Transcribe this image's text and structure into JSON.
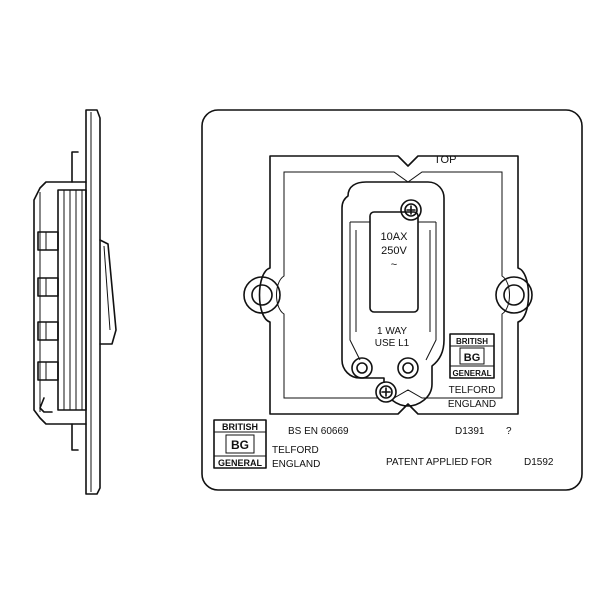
{
  "faceplate": {
    "top_label": "TOP",
    "rating_line1": "10AX",
    "rating_line2": "250V",
    "rating_symbol": "~",
    "way_line1": "1 WAY",
    "way_line2": "USE L1",
    "standard": "BS EN 60669",
    "code_left": "D1391",
    "code_mark": "?",
    "patent": "PATENT APPLIED FOR",
    "part_number": "D1592",
    "logo_upper": {
      "top": "BRITISH",
      "mid": "BG",
      "bottom": "GENERAL",
      "city": "TELFORD",
      "country": "ENGLAND"
    },
    "logo_lower": {
      "top": "BRITISH",
      "mid": "BG",
      "bottom": "GENERAL",
      "city": "TELFORD",
      "country": "ENGLAND"
    }
  }
}
